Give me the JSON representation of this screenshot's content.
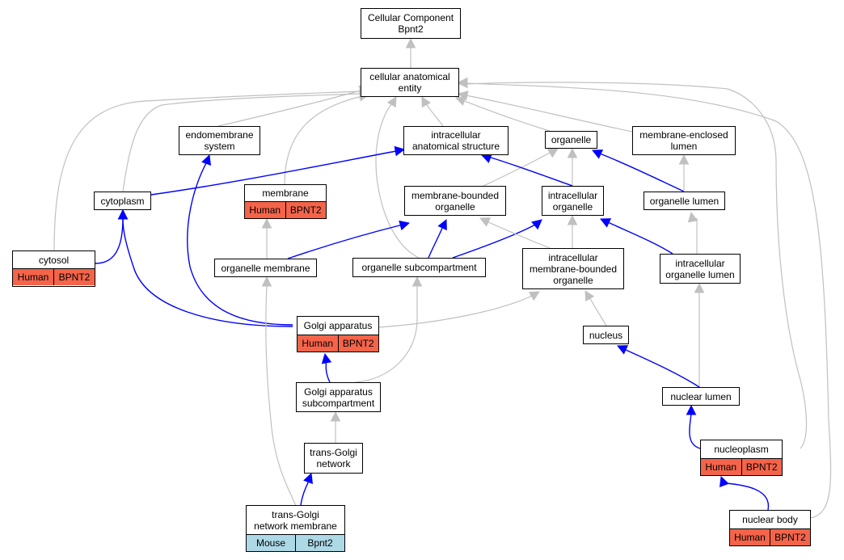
{
  "colors": {
    "is_a_edge": "#c0c0c0",
    "part_of_edge": "#0000ff",
    "human_annotation": "#f4644a",
    "mouse_annotation": "#add8e6"
  },
  "nodes": {
    "cc": {
      "label": "Cellular Component\nBpnt2"
    },
    "cae": {
      "label": "cellular anatomical\nentity"
    },
    "endo": {
      "label": "endomembrane\nsystem"
    },
    "ias": {
      "label": "intracellular\nanatomical structure"
    },
    "org": {
      "label": "organelle"
    },
    "mel": {
      "label": "membrane-enclosed\nlumen"
    },
    "cyto": {
      "label": "cytoplasm"
    },
    "mem": {
      "label": "membrane",
      "species": "Human",
      "gene": "BPNT2"
    },
    "mbo": {
      "label": "membrane-bounded\norganelle"
    },
    "io": {
      "label": "intracellular\norganelle"
    },
    "ol": {
      "label": "organelle lumen"
    },
    "cytosol": {
      "label": "cytosol",
      "species": "Human",
      "gene": "BPNT2"
    },
    "om": {
      "label": "organelle membrane"
    },
    "osc": {
      "label": "organelle subcompartment"
    },
    "imbo": {
      "label": "intracellular\nmembrane-bounded\norganelle"
    },
    "iol": {
      "label": "intracellular\norganelle lumen"
    },
    "golgi": {
      "label": "Golgi apparatus",
      "species": "Human",
      "gene": "BPNT2"
    },
    "nucleus": {
      "label": "nucleus"
    },
    "gas": {
      "label": "Golgi apparatus\nsubcompartment"
    },
    "nl": {
      "label": "nuclear lumen"
    },
    "tgn": {
      "label": "trans-Golgi\nnetwork"
    },
    "np": {
      "label": "nucleoplasm",
      "species": "Human",
      "gene": "BPNT2"
    },
    "tgnm": {
      "label": "trans-Golgi\nnetwork membrane",
      "species": "Mouse",
      "gene": "Bpnt2"
    },
    "nb": {
      "label": "nuclear body",
      "species": "Human",
      "gene": "BPNT2"
    }
  }
}
